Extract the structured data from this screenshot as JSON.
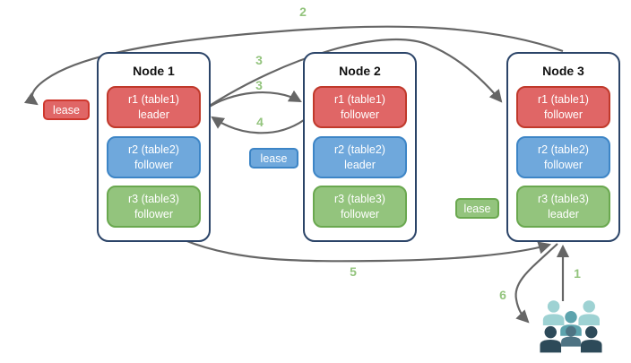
{
  "nodes": [
    {
      "title": "Node 1",
      "replicas": [
        {
          "name": "r1 (table1)",
          "role": "leader"
        },
        {
          "name": "r2 (table2)",
          "role": "follower"
        },
        {
          "name": "r3 (table3)",
          "role": "follower"
        }
      ]
    },
    {
      "title": "Node 2",
      "replicas": [
        {
          "name": "r1 (table1)",
          "role": "follower"
        },
        {
          "name": "r2 (table2)",
          "role": "leader"
        },
        {
          "name": "r3 (table3)",
          "role": "follower"
        }
      ]
    },
    {
      "title": "Node 3",
      "replicas": [
        {
          "name": "r1 (table1)",
          "role": "follower"
        },
        {
          "name": "r2 (table2)",
          "role": "follower"
        },
        {
          "name": "r3 (table3)",
          "role": "leader"
        }
      ]
    }
  ],
  "leases": [
    {
      "label": "lease",
      "color": "#e06666"
    },
    {
      "label": "lease",
      "color": "#6fa8dc"
    },
    {
      "label": "lease",
      "color": "#93c47d"
    }
  ],
  "steps": [
    {
      "label": "1"
    },
    {
      "label": "2"
    },
    {
      "label": "3"
    },
    {
      "label": "3"
    },
    {
      "label": "4"
    },
    {
      "label": "5"
    },
    {
      "label": "6"
    }
  ],
  "colors": {
    "replica_red": "#e06666",
    "replica_red_border": "#c0392b",
    "replica_blue": "#6fa8dc",
    "replica_blue_border": "#3d85c6",
    "replica_green": "#93c47d",
    "replica_green_border": "#6aa84f",
    "node_border": "#2b4468",
    "arrow": "#666666",
    "step_label": "#93c47d",
    "clients_light": "#9ed2d3",
    "clients_teal": "#5da3ad",
    "clients_slate": "#4e7383",
    "clients_dark": "#2d4a59"
  },
  "icons": {
    "clients": "people-group-icon"
  }
}
